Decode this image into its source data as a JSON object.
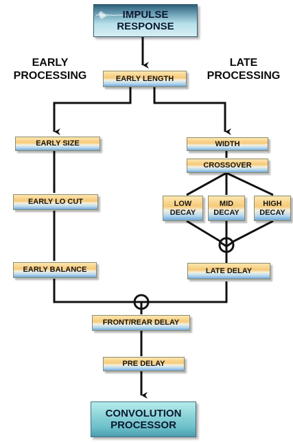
{
  "top": {
    "impulse_line1": "IMPULSE",
    "impulse_line2": "RESPONSE",
    "early_heading_line1": "EARLY",
    "early_heading_line2": "PROCESSING",
    "late_heading_line1": "LATE",
    "late_heading_line2": "PROCESSING",
    "early_length": "EARLY LENGTH"
  },
  "early": {
    "size": "EARLY SIZE",
    "lo_cut": "EARLY LO CUT",
    "balance": "EARLY BALANCE"
  },
  "late": {
    "width": "WIDTH",
    "crossover": "CROSSOVER",
    "low_decay_line1": "LOW",
    "low_decay_line2": "DECAY",
    "mid_decay_line1": "MID",
    "mid_decay_line2": "DECAY",
    "high_decay_line1": "HIGH",
    "high_decay_line2": "DECAY",
    "late_delay": "LATE DELAY"
  },
  "bottom": {
    "front_rear_delay": "FRONT/REAR DELAY",
    "pre_delay": "PRE DELAY",
    "convolution_line1": "CONVOLUTION",
    "convolution_line2": "PROCESSOR"
  }
}
